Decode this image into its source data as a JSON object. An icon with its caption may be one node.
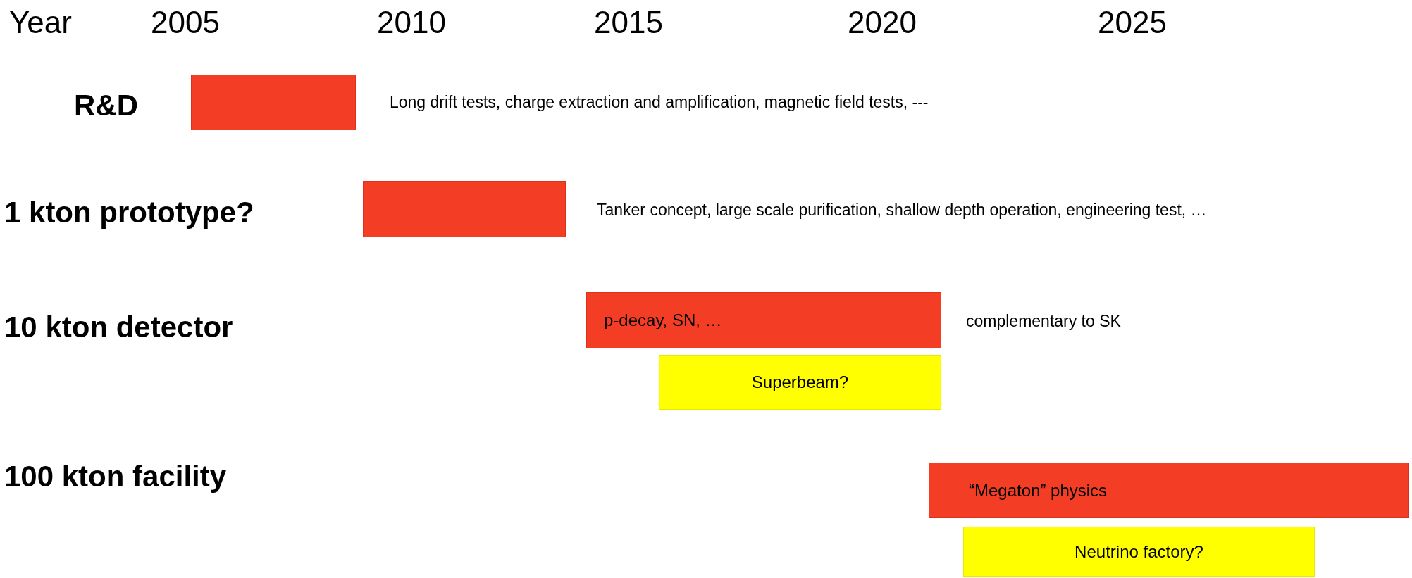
{
  "diagram": {
    "nodes": [
      {
        "text": [],
        "shape": "bar",
        "beside": [
          "Long drift tests, charge extraction and amplification, magnetic field tests, ---"
        ]
      },
      {
        "text": [],
        "shape": "bar",
        "beside": [
          "Tanker concept, large scale purification, shallow depth operation, engineering test, …"
        ]
      },
      {
        "text": [
          "p-decay, SN, …"
        ],
        "beside": [
          "complementary to SK"
        ]
      },
      {
        "text": [
          "Superbeam?"
        ]
      },
      {
        "text": [
          "“Megaton” physics"
        ]
      },
      {
        "text": [
          "Neutrino factory?"
        ]
      }
    ],
    "labels": [
      "Year",
      "2005",
      "2010",
      "2015",
      "2020",
      "2025",
      "R&D",
      "1 kton prototype?",
      "10 kton detector",
      "100 kton facility"
    ]
  }
}
